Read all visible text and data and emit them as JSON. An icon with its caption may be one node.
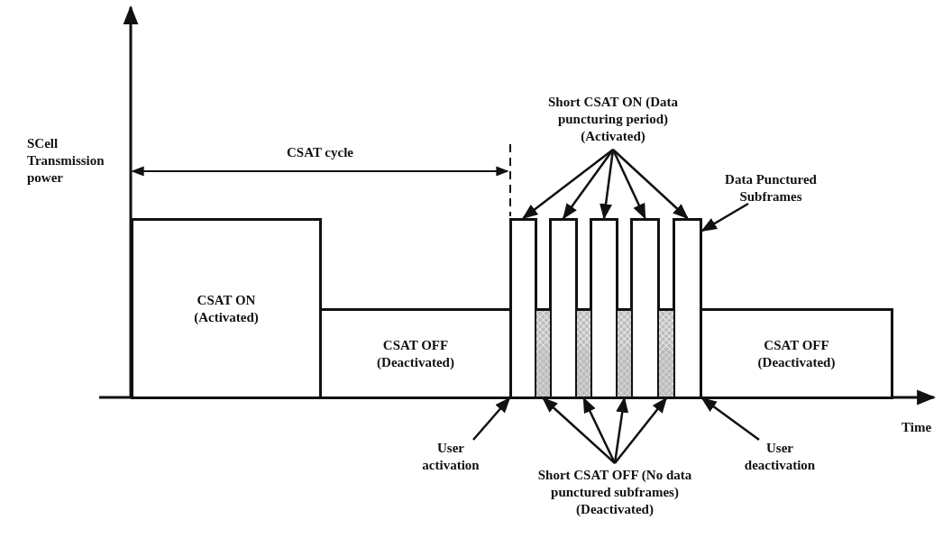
{
  "diagram": {
    "nodes": [
      {
        "text": [
          "CSAT ON (Activated)"
        ]
      },
      {
        "text": [
          "CSAT OFF (Deactivated)"
        ]
      },
      {
        "text": [],
        "shape": "bar"
      },
      {
        "text": [],
        "shape": "bar"
      },
      {
        "text": [],
        "shape": "bar"
      },
      {
        "text": [],
        "shape": "bar"
      },
      {
        "text": [],
        "shape": "bar"
      },
      {
        "text": [],
        "shape": "bar"
      },
      {
        "text": [],
        "shape": "bar"
      },
      {
        "text": [],
        "shape": "bar"
      },
      {
        "text": [],
        "shape": "bar"
      },
      {
        "text": [
          "CSAT OFF (Deactivated)"
        ]
      },
      {
        "text": [
          "Short CSAT ON (Data puncturing period) (Activated)"
        ]
      },
      {
        "text": [
          "Data Punctured Subframes"
        ]
      },
      {
        "text": [
          "Short CSAT OFF (No data punctured subframes) (Deactivated)"
        ]
      },
      {
        "text": [
          "User activation"
        ]
      },
      {
        "text": [
          "User deactivation"
        ]
      }
    ],
    "edges": [
      {
        "from": 12,
        "to": 2,
        "arrow": "to"
      },
      {
        "from": 12,
        "to": 3,
        "arrow": "to"
      },
      {
        "from": 12,
        "to": 4,
        "arrow": "to"
      },
      {
        "from": 12,
        "to": 5,
        "arrow": "to"
      },
      {
        "from": 12,
        "to": 6,
        "arrow": "to"
      },
      {
        "from": 13,
        "to": 6,
        "arrow": "to"
      },
      {
        "from": 14,
        "to": 7,
        "arrow": "to"
      },
      {
        "from": 14,
        "to": 8,
        "arrow": "to"
      },
      {
        "from": 14,
        "to": 9,
        "arrow": "to"
      },
      {
        "from": 14,
        "to": 10,
        "arrow": "to"
      },
      {
        "from": 15,
        "to": 2,
        "arrow": "to"
      },
      {
        "from": 16,
        "to": 6,
        "arrow": "to"
      }
    ],
    "labels": [
      "SCell Transmission power",
      "CSAT cycle",
      "Time"
    ]
  }
}
